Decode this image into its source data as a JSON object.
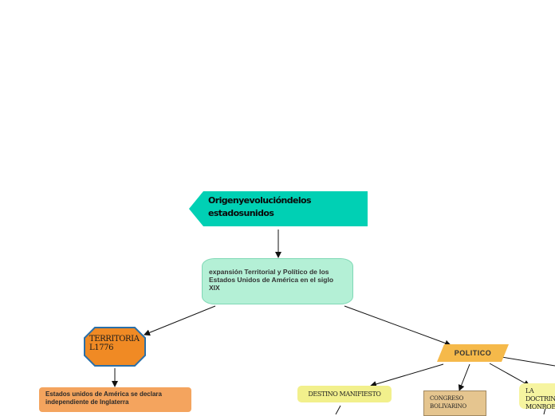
{
  "diagram": {
    "title": "Origenyevolucióndelos estadosunidos",
    "central": "expansión Territorial y Político de los Estados Unidos de América en el siglo XIX",
    "territorial": "TERRITORIA L1776",
    "territorial_child": "Estados  unidos de América se declara independiente de Inglaterra",
    "politico": "POLITICO",
    "destino": "DESTINO MANIFIESTO",
    "congreso": "CONGRESO BOLIVARINO",
    "doctrina": "LA DOCTRINA MONROE"
  },
  "colors": {
    "title_fill": "#00d0b4",
    "central_fill": "#b4f0d6",
    "territorial_fill": "#f08a24",
    "territorial_border": "#2a6fa8",
    "territorial_child_fill": "#f4a45e",
    "politico_fill": "#f5b94a",
    "destino_fill": "#f2f08c",
    "congreso_fill": "#e5c58f",
    "doctrina_fill": "#f6f4a0",
    "connector": "#111111"
  }
}
